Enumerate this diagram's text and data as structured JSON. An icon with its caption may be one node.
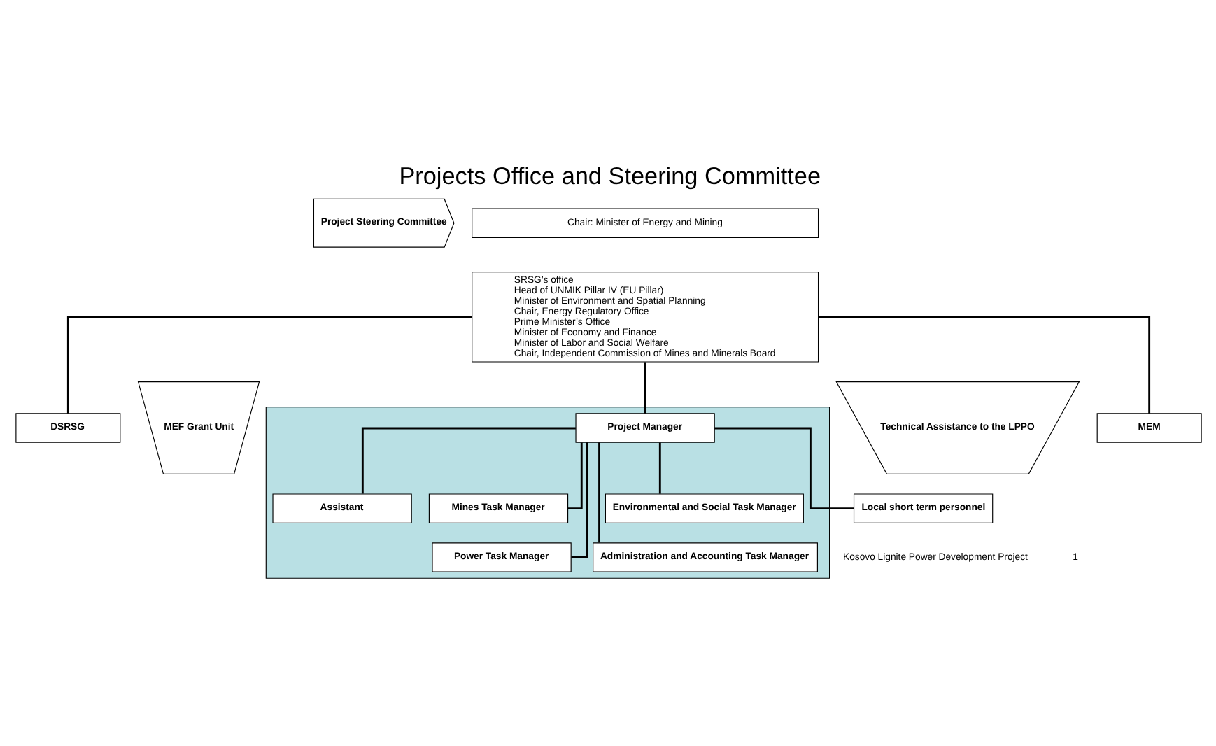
{
  "diagram": {
    "title": "Projects Office and Steering Committee",
    "caption": "Kosovo Lignite Power Development Project",
    "nodes": [
      {
        "text": [
          "Project Steering Committee"
        ]
      },
      {
        "text": [
          "Chair: Minister of Energy and Mining"
        ]
      },
      {
        "text": [
          "SRSG’s office",
          "Head of UNMIK Pillar IV (EU Pillar)",
          "Minister of Environment and Spatial Planning",
          "Chair, Energy Regulatory Office",
          "Prime Minister’s Office",
          "Minister of Economy and Finance",
          "Minister of Labor and Social Welfare",
          "Chair, Independent Commission of Mines and Minerals Board"
        ]
      },
      {
        "text": [
          "MEM"
        ]
      },
      {
        "text": [
          "DSRSG"
        ]
      },
      {
        "text": [
          "Technical Assistance to the LPPO"
        ]
      },
      {
        "text": [],
        "shape": "box"
      },
      {
        "text": [
          "Project Manager"
        ],
        "in": 6
      },
      {
        "text": [
          "Assistant"
        ],
        "in": 6
      },
      {
        "text": [
          "Mines Task Manager"
        ],
        "in": 6
      },
      {
        "text": [
          "Environmental and Social Task Manager"
        ],
        "in": 6
      },
      {
        "text": [
          "Power Task Manager"
        ],
        "in": 6
      },
      {
        "text": [
          "Administration and Accounting Task Manager"
        ],
        "in": 6
      },
      {
        "text": [
          "Local short term personnel"
        ]
      },
      {
        "text": [
          "MEF Grant Unit"
        ]
      }
    ],
    "edges": [
      {
        "from": 2,
        "to": 3,
        "arrow": "none"
      },
      {
        "from": 2,
        "to": 4,
        "arrow": "none"
      },
      {
        "from": 2,
        "to": 7,
        "arrow": "none"
      },
      {
        "from": 7,
        "to": 8,
        "arrow": "none"
      },
      {
        "from": 7,
        "to": 9,
        "arrow": "none"
      },
      {
        "from": 7,
        "to": 10,
        "arrow": "none"
      },
      {
        "from": 7,
        "to": 11,
        "arrow": "none"
      },
      {
        "from": 7,
        "to": 12,
        "arrow": "none"
      },
      {
        "from": 7,
        "to": 13,
        "arrow": "none"
      }
    ],
    "labels": [
      "1"
    ]
  }
}
